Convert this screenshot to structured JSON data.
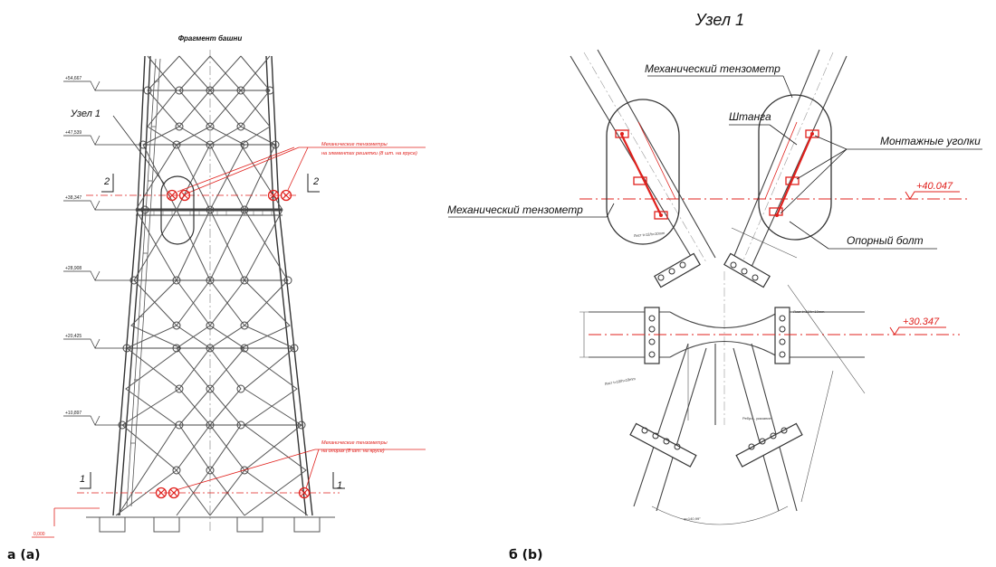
{
  "left": {
    "title": "Фрагмент башни",
    "node_label": "Узел 1",
    "red_note_upper_1": "Механические тензометры",
    "red_note_upper_2": "на элементах решетки (8 шт. на ярусе)",
    "red_note_lower_1": "Механические тензометры",
    "red_note_lower_2": "на опорах (8 шт. на ярусе)",
    "elevations": [
      "+54,667",
      "+47,539",
      "+38,347",
      "+28,908",
      "+20,425",
      "+10,897",
      "0,000"
    ],
    "section_marks": [
      "2",
      "2",
      "1",
      "1"
    ],
    "caption": "а (а)"
  },
  "right": {
    "title": "Узел 1",
    "label_tensometer_top": "Механический тензометр",
    "label_rod": "Штанга",
    "label_angles": "Монтажные уголки",
    "label_tensometer_left": "Механический тензометр",
    "label_bolt": "Опорный болт",
    "elev_upper": "+40.047",
    "elev_lower": "+30.347",
    "caption": "б (b)"
  },
  "colors": {
    "red": "#e0201c",
    "line": "#333333"
  }
}
